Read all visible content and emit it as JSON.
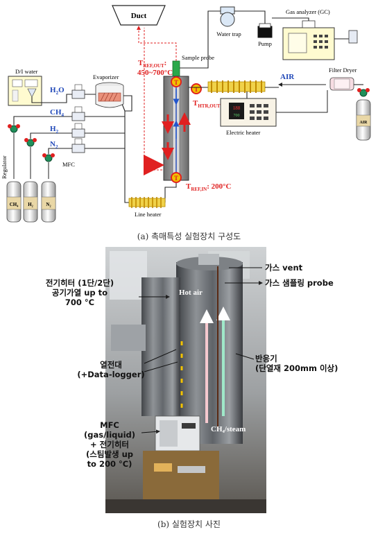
{
  "diagram": {
    "duct": "Duct",
    "water_trap": "Water trap",
    "gas_analyzer": "Gas analyzer (GC)",
    "pump": "Pump",
    "sample_probe": "Sample probe",
    "t_ref_out_main": "T",
    "t_ref_out_sub": "REF,OUT",
    "t_ref_out_suffix": ":",
    "t_ref_out_range": "450~700°C",
    "t_htr_out_main": "T",
    "t_htr_out_sub": "HTR,OUT",
    "t_ref_in_main": "T",
    "t_ref_in_sub": "REF,IN",
    "t_ref_in_value": ": 200°C",
    "air": "AIR",
    "filter_dryer": "Filter Dryer",
    "electric_heater": "Electric heater",
    "heater_display_top": "188",
    "heater_display_bottom": "700",
    "di_water": "D/I water",
    "evaporizer": "Evaporizer",
    "h2o": "H",
    "h2o_sub": "2",
    "h2o_end": "O",
    "ch4": "CH",
    "ch4_sub": "4",
    "h2": "H",
    "h2_sub": "2",
    "n2": "N",
    "n2_sub": "2",
    "regulator": "Regulator",
    "mfc": "MFC",
    "line_heater": "Line heater",
    "cyl_ch4": "CH₄",
    "cyl_h2": "H₂",
    "cyl_n2": "N₂",
    "cyl_air": "AIR",
    "tc_symbol": "T"
  },
  "captions": {
    "a": "(a) 촉매특성 실험장치 구성도",
    "b": "(b) 실험장치 사진"
  },
  "photo": {
    "heater_line1": "전기히터 (1단/2단)",
    "heater_line2": "공기가열 up to",
    "heater_line3": "700 °C",
    "thermocouple_line1": "열전대",
    "thermocouple_line2": "(+Data-logger)",
    "mfc_line1": "MFC",
    "mfc_line2": "(gas/liquid)",
    "mfc_line3": "+ 전기히터",
    "mfc_line4": "(스팀발생 up",
    "mfc_line5": "to 200 °C)",
    "gas_vent": "가스 vent",
    "sampling_probe": "가스 샘플링 probe",
    "reactor_line1": "반응기",
    "reactor_line2": "(단열재 200mm 이상)",
    "hot_air": "Hot air",
    "ch4_steam": "CH₄/steam"
  },
  "colors": {
    "red": "#e02020",
    "green_valve": "#1f8f5a",
    "reactor_gray": "#8a8a8a",
    "tc_yellow": "#f2c200",
    "hot_air_arrow": "#f6c9cf",
    "ch4_arrow": "#9fe8c9"
  }
}
